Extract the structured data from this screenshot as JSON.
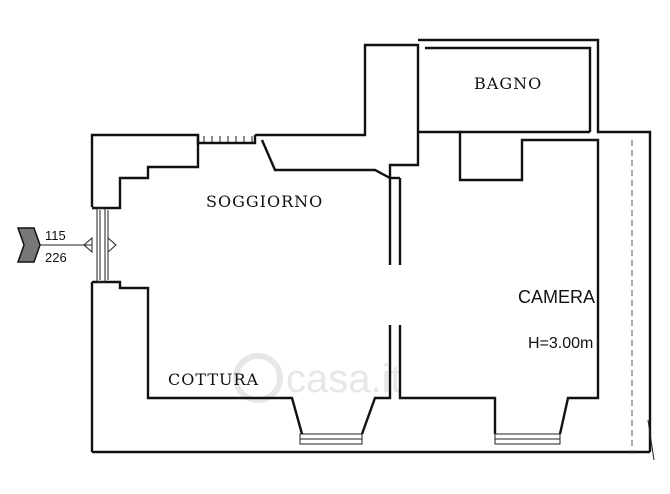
{
  "rooms": {
    "bagno": "BAGNO",
    "soggiorno": "SOGGIORNO",
    "camera": "CAMERA",
    "cottura": "COTTURA"
  },
  "camera_height": "H=3.00m",
  "entrance": {
    "upper_value": "115",
    "lower_value": "226"
  },
  "watermark": "casa.it",
  "colors": {
    "walls": "#111111",
    "background": "#ffffff",
    "watermark": "#e7e7e7"
  }
}
